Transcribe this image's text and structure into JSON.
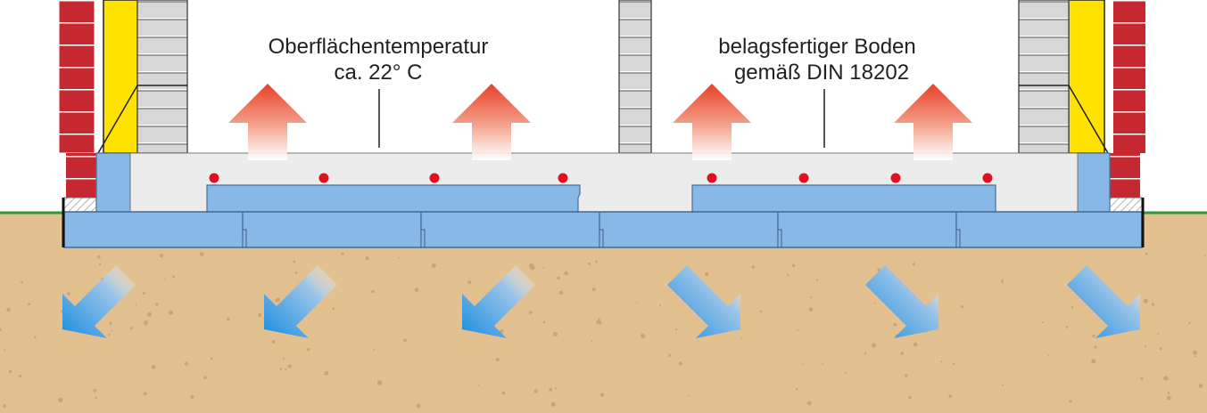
{
  "labels": {
    "surface_temp_line1": "Oberflächentemperatur",
    "surface_temp_line2": "ca. 22° C",
    "floor_line1": "belagsfertiger Boden",
    "floor_line2": "gemäß DIN 18202"
  },
  "colors": {
    "soil": "#e3c090",
    "soil_speckle": "#c9a577",
    "grass_line": "#2a9a3a",
    "insulation": "#88b8e6",
    "insulation_outline": "#4a6f96",
    "screed": "#ececec",
    "brick": "#c62832",
    "brick_mortar": "#ffffff",
    "yellow_insulation": "#ffe200",
    "masonry_block": "#d7d7d7",
    "heating_pipe": "#e01020",
    "heat_arrow": "#e8402a",
    "cold_arrow": "#1a8ee0"
  },
  "icons": {
    "heat_up": "arrow-up-icon",
    "heat_loss": "arrow-diagonal-down-icon"
  }
}
